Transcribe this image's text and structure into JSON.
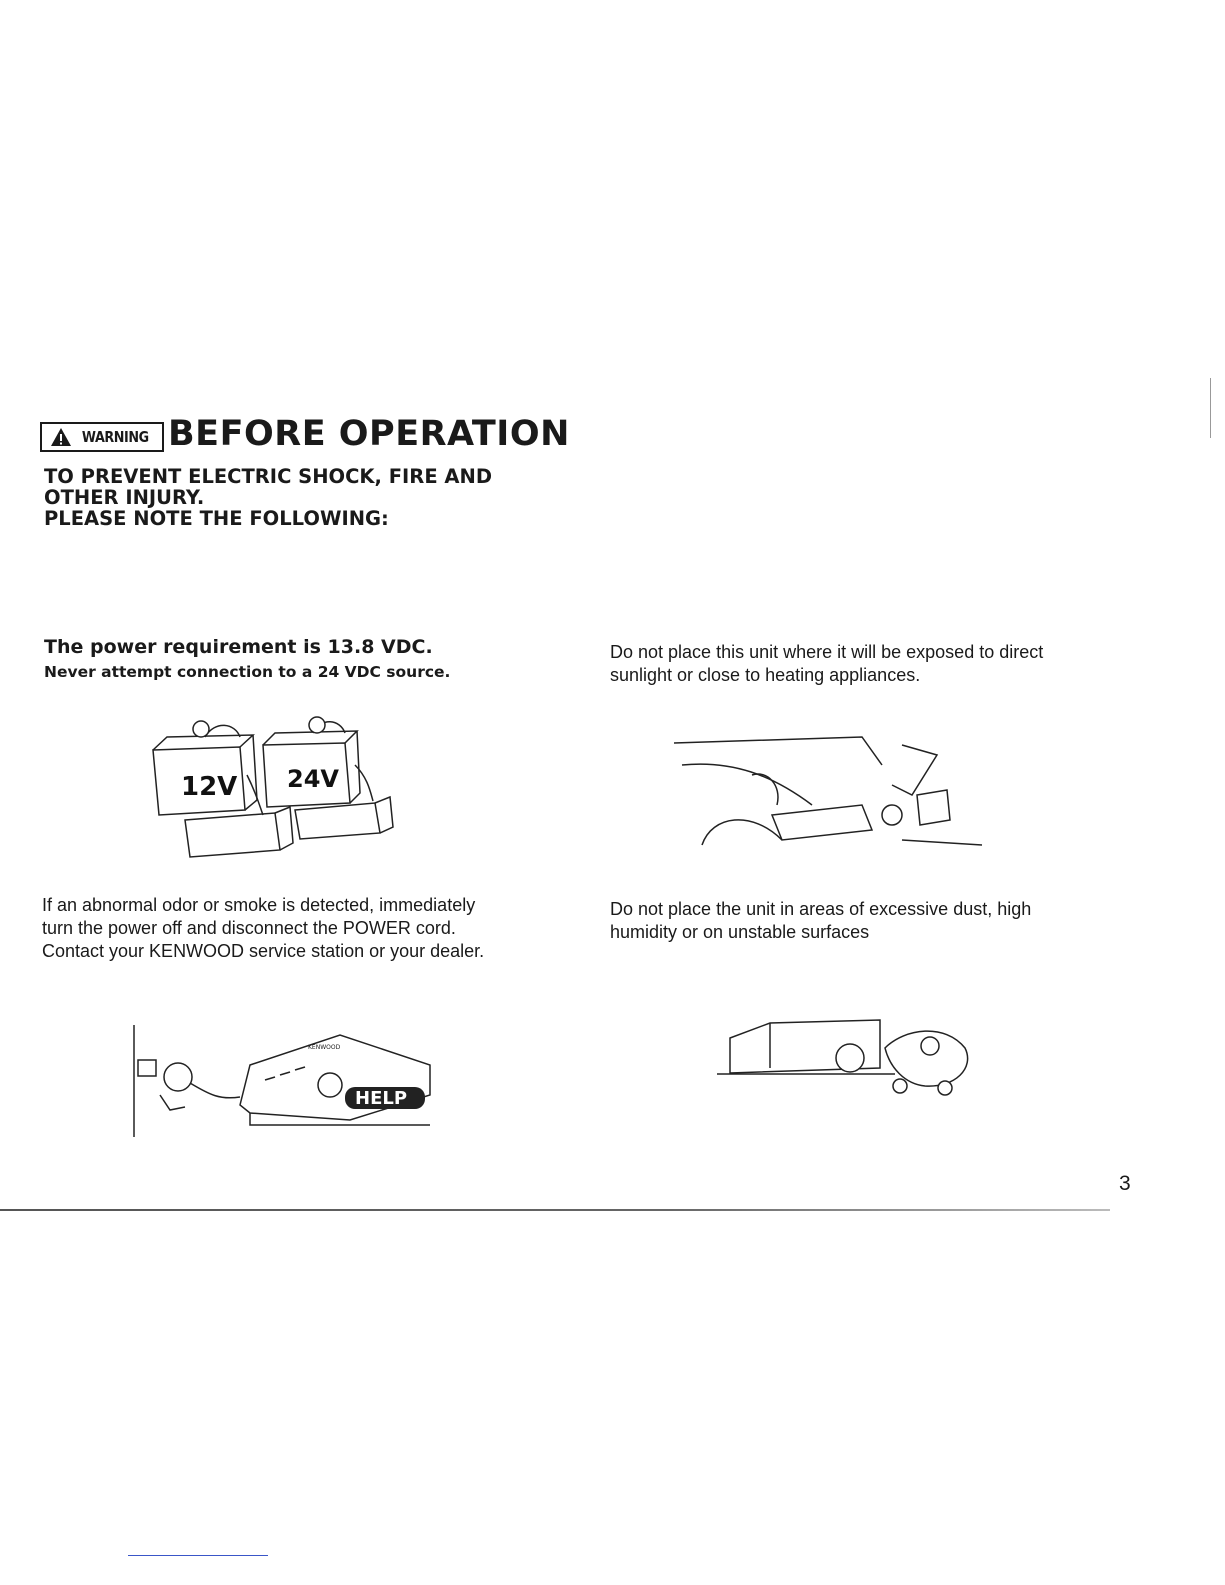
{
  "header": {
    "warning_label": "WARNING",
    "title": "BEFORE OPERATION",
    "subhead_lines": [
      "TO PREVENT ELECTRIC SHOCK, FIRE AND",
      "OTHER INJURY.",
      "PLEASE NOTE THE FOLLOWING:"
    ]
  },
  "power": {
    "title": "The power requirement is 13.8 VDC.",
    "subtitle": "Never attempt connection to a 24 VDC source.",
    "battery_labels": [
      "12V",
      "24V"
    ]
  },
  "odor": {
    "lines": [
      "If an abnormal odor or smoke is detected, immediately",
      "turn the power off and disconnect the POWER cord.",
      "Contact your KENWOOD service station or your dealer."
    ],
    "help_label": "HELP",
    "brand_label": "KENWOOD"
  },
  "sunlight": {
    "lines": [
      "Do not place this unit  where it will be exposed to direct",
      "sunlight or close to heating appliances."
    ]
  },
  "dust": {
    "lines": [
      "Do not place the unit in areas of excessive dust, high",
      "humidity or on unstable surfaces"
    ]
  },
  "page_number": "3"
}
